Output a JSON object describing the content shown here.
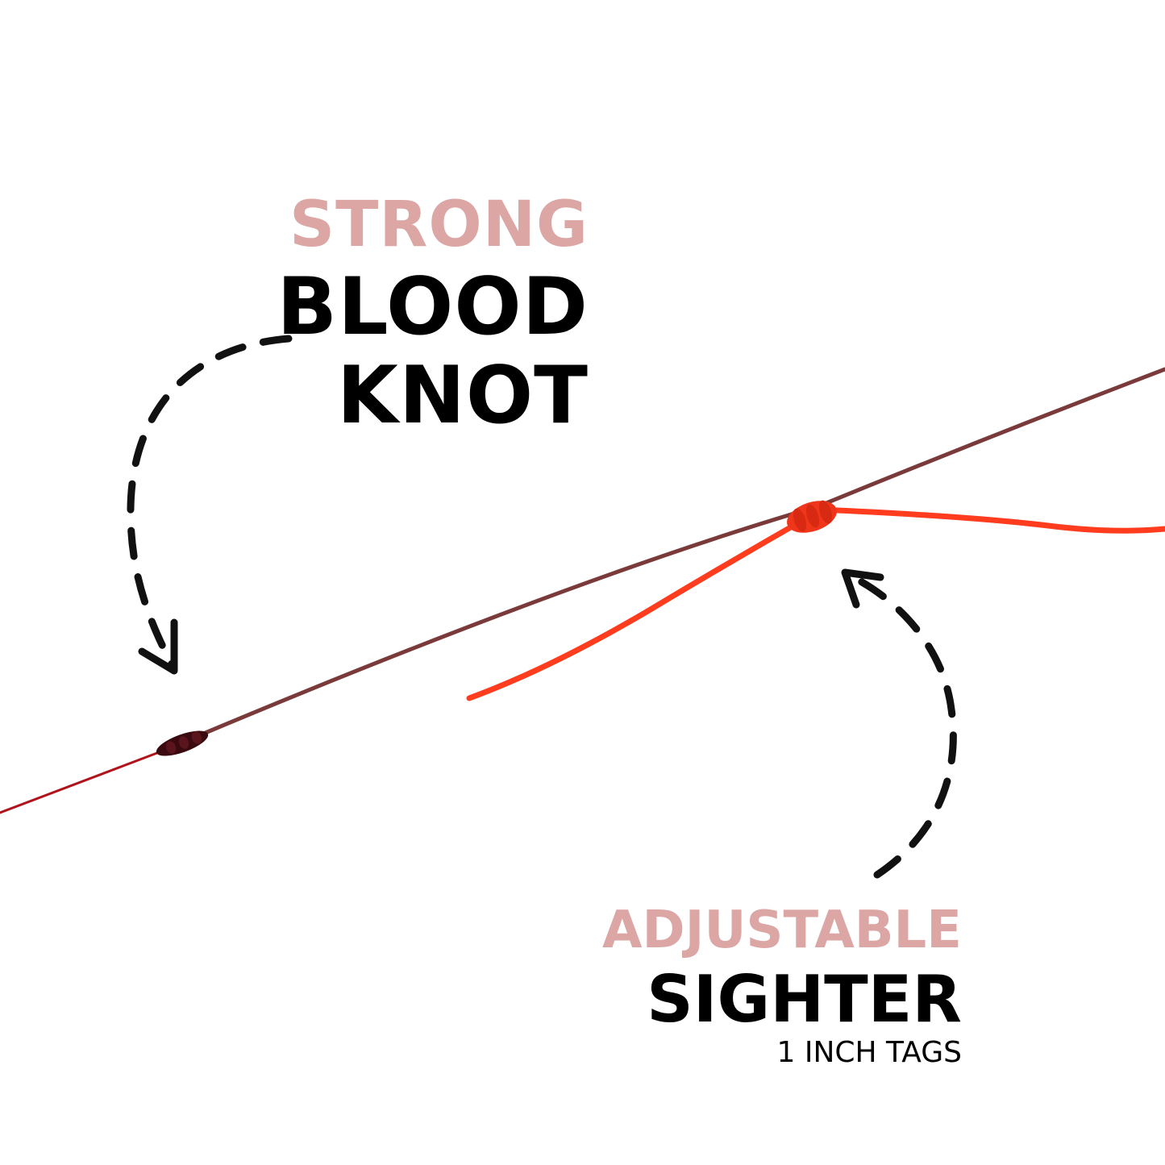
{
  "colors": {
    "background": "#ffffff",
    "accent_pink": "#dba6a4",
    "text_dark": "#000000",
    "line_maroon": "#7a3a3a",
    "line_red": "#ff3d1e",
    "line_dark_red": "#b0131c"
  },
  "labels": {
    "blood_knot": {
      "line1": "STRONG",
      "line2": "BLOOD",
      "line3": "KNOT"
    },
    "sighter": {
      "line1": "ADJUSTABLE",
      "line2": "SIGHTER",
      "line3": "1 INCH TAGS"
    }
  },
  "icons": {
    "arrow_left": "dashed-curved-arrow-icon",
    "arrow_right": "dashed-curved-arrow-icon"
  }
}
